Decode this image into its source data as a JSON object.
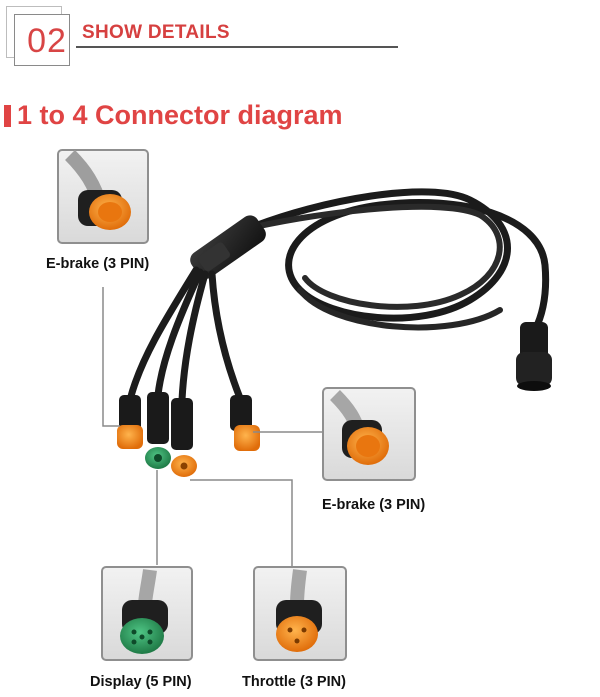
{
  "header": {
    "number": "02",
    "title": "SHOW DETAILS"
  },
  "section": {
    "title": "1 to 4 Connector diagram"
  },
  "labels": {
    "ebrake_top": "E-brake (3 PIN)",
    "ebrake_right": "E-brake (3 PIN)",
    "display": "Display (5 PIN)",
    "throttle": "Throttle (3 PIN)"
  },
  "colors": {
    "accent": "#d84545",
    "connector_orange": "#f28a1e",
    "connector_green": "#2f9e5f",
    "cable": "#1b1b1b"
  }
}
